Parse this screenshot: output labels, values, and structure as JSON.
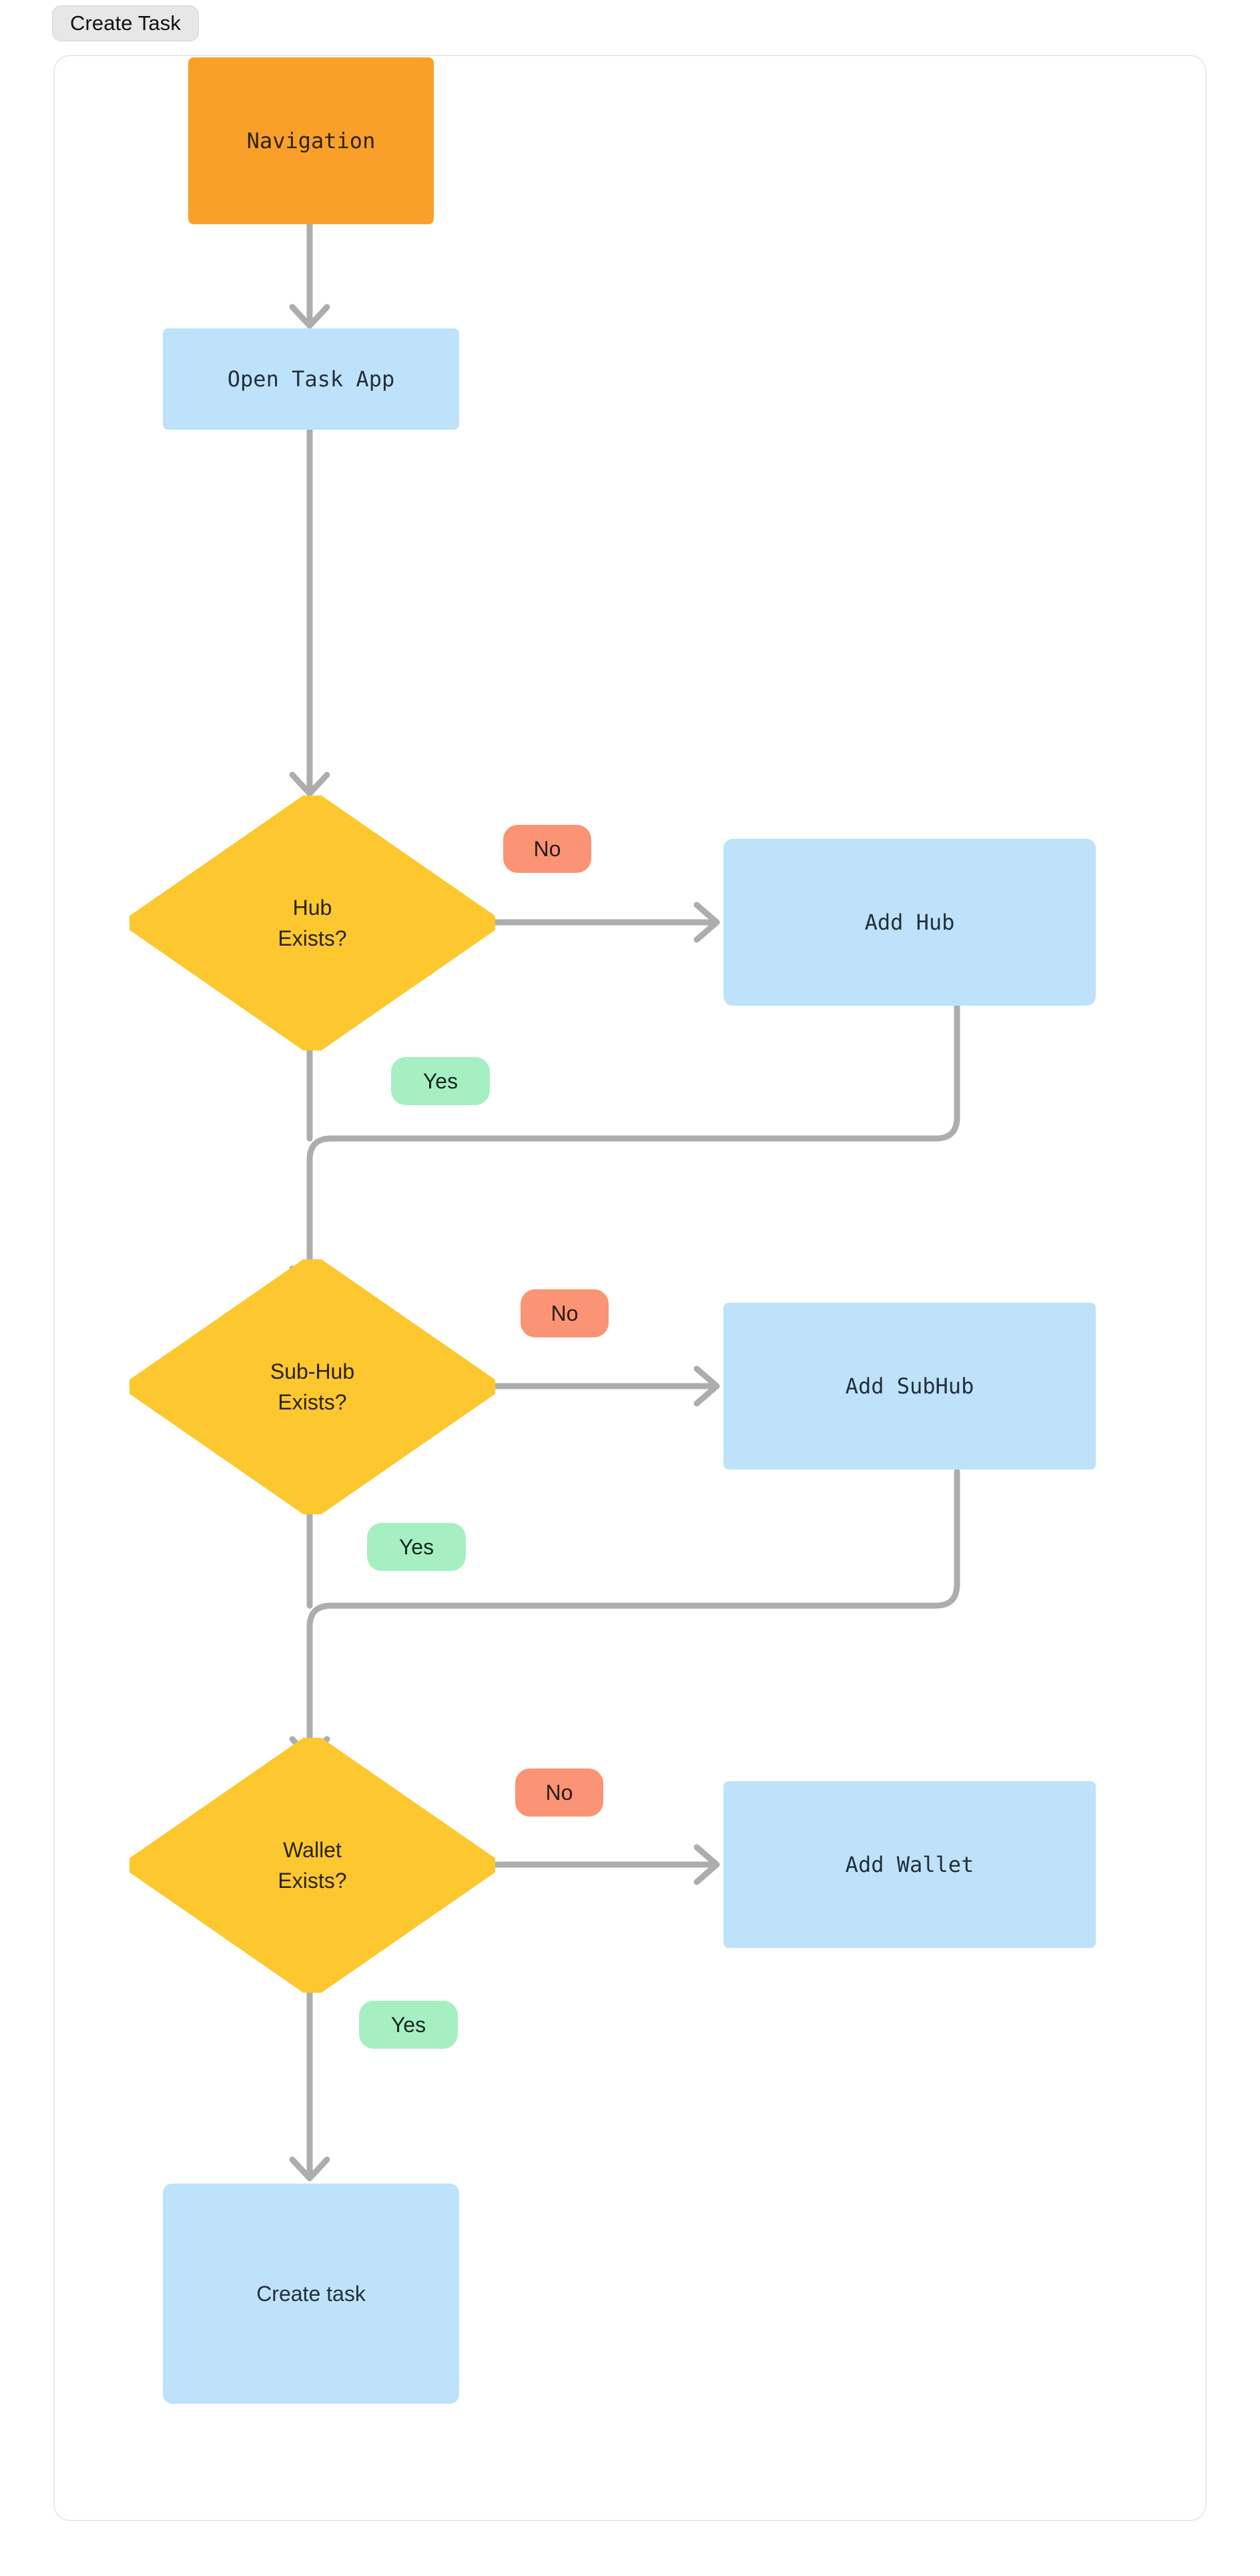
{
  "window": {
    "tab_label": "Create Task"
  },
  "colors": {
    "start_node": "#f9a02b",
    "process_node": "#bfe2fb",
    "decision_node": "#fdc82f",
    "edge_line": "#adadad",
    "yes_pill": "#a6efc3",
    "no_pill": "#fa9474",
    "card_border": "#e8e8e8",
    "tab_background": "#e7e7e7"
  },
  "flowchart": {
    "title": "Create Task",
    "type": "flowchart",
    "direction": "top-down",
    "nodes": [
      {
        "id": "navigation",
        "label": "Navigation",
        "shape": "rectangle",
        "role": "start",
        "color": "#f9a02b"
      },
      {
        "id": "open_task_app",
        "label": "Open Task App",
        "shape": "rectangle",
        "role": "process",
        "color": "#bfe2fb"
      },
      {
        "id": "hub_exists",
        "label": "Hub Exists?",
        "line1": "Hub",
        "line2": "Exists?",
        "shape": "diamond",
        "role": "decision",
        "color": "#fdc82f"
      },
      {
        "id": "add_hub",
        "label": "Add Hub",
        "shape": "rectangle",
        "role": "process",
        "color": "#bfe2fb"
      },
      {
        "id": "subhub_exists",
        "label": "Sub-Hub Exists?",
        "line1": "Sub-Hub",
        "line2": "Exists?",
        "shape": "diamond",
        "role": "decision",
        "color": "#fdc82f"
      },
      {
        "id": "add_subhub",
        "label": "Add SubHub",
        "shape": "rectangle",
        "role": "process",
        "color": "#bfe2fb"
      },
      {
        "id": "wallet_exists",
        "label": "Wallet Exists?",
        "line1": "Wallet",
        "line2": "Exists?",
        "shape": "diamond",
        "role": "decision",
        "color": "#fdc82f"
      },
      {
        "id": "add_wallet",
        "label": "Add Wallet",
        "shape": "rectangle",
        "role": "process",
        "color": "#bfe2fb"
      },
      {
        "id": "create_task",
        "label": "Create task",
        "shape": "rectangle",
        "role": "process",
        "color": "#bfe2fb"
      }
    ],
    "edges": [
      {
        "from": "navigation",
        "to": "open_task_app",
        "label": ""
      },
      {
        "from": "open_task_app",
        "to": "hub_exists",
        "label": ""
      },
      {
        "from": "hub_exists",
        "to": "add_hub",
        "label": "No"
      },
      {
        "from": "hub_exists",
        "to": "subhub_exists",
        "label": "Yes"
      },
      {
        "from": "add_hub",
        "to": "subhub_exists",
        "label": ""
      },
      {
        "from": "subhub_exists",
        "to": "add_subhub",
        "label": "No"
      },
      {
        "from": "subhub_exists",
        "to": "wallet_exists",
        "label": "Yes"
      },
      {
        "from": "add_subhub",
        "to": "wallet_exists",
        "label": ""
      },
      {
        "from": "wallet_exists",
        "to": "add_wallet",
        "label": "No"
      },
      {
        "from": "wallet_exists",
        "to": "create_task",
        "label": "Yes"
      }
    ],
    "labels": {
      "no_1": "No",
      "yes_1": "Yes",
      "no_2": "No",
      "yes_2": "Yes",
      "no_3": "No",
      "yes_3": "Yes"
    }
  }
}
